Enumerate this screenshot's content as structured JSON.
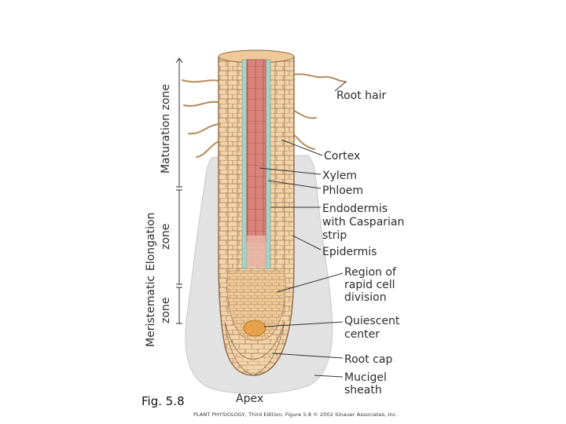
{
  "figure": {
    "caption": "Fig. 5.8",
    "credit": "PLANT PHYSIOLOGY, Third Edition, Figure 5.8 © 2002 Sinauer Associates, Inc.",
    "colors": {
      "cell_fill": "#f3d4aa",
      "cell_line": "#9c7650",
      "xylem": "#d9837b",
      "phloem": "#a9d0c5",
      "quiescent": "#e6a24a",
      "mucigel": "#e2e2e2",
      "label_line": "#333333"
    }
  },
  "zones": {
    "maturation": "Maturation zone",
    "elongation_1": "Elongation",
    "elongation_2": "zone",
    "meristematic_1": "Meristematic",
    "meristematic_2": "zone"
  },
  "labels": {
    "root_hair": "Root hair",
    "cortex": "Cortex",
    "xylem": "Xylem",
    "phloem": "Phloem",
    "endodermis_1": "Endodermis",
    "endodermis_2": "with Casparian",
    "endodermis_3": "strip",
    "epidermis": "Epidermis",
    "region_1": "Region of",
    "region_2": "rapid cell",
    "region_3": "division",
    "quiescent_1": "Quiescent",
    "quiescent_2": "center",
    "root_cap": "Root cap",
    "mucigel_1": "Mucigel",
    "mucigel_2": "sheath",
    "apex": "Apex"
  }
}
